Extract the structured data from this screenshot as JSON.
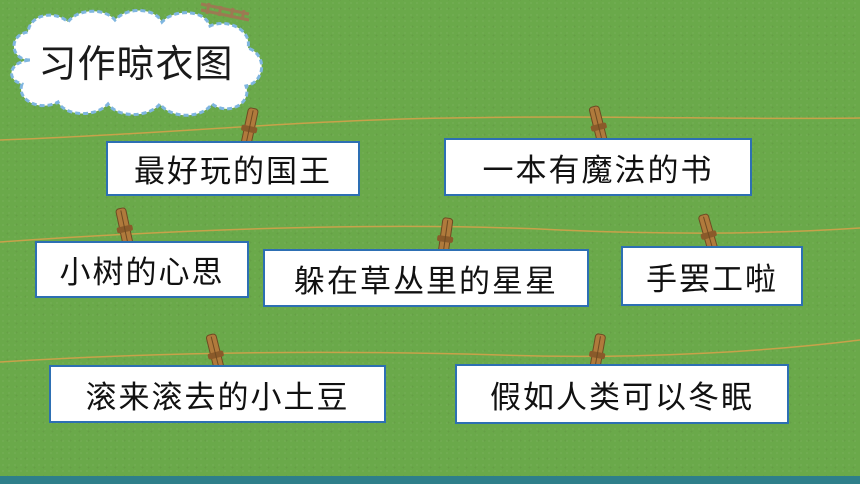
{
  "title": "习作晾衣图",
  "cards": [
    "最好玩的国王",
    "一本有魔法的书",
    "小树的心思",
    "躲在草丛里的星星",
    "手罢工啦",
    "滚来滚去的小土豆",
    "假如人类可以冬眠"
  ],
  "colors": {
    "background": "#6aa94a",
    "card_border": "#2d6fb3",
    "string": "#c8a24a",
    "clothespin": "#b07a3c",
    "cloud_border": "#7fb6e0",
    "bottom_bar": "#2e7f8a"
  },
  "icons": [
    "clothespin-icon",
    "cloud-title-frame",
    "wooden-ladder-decoration"
  ]
}
